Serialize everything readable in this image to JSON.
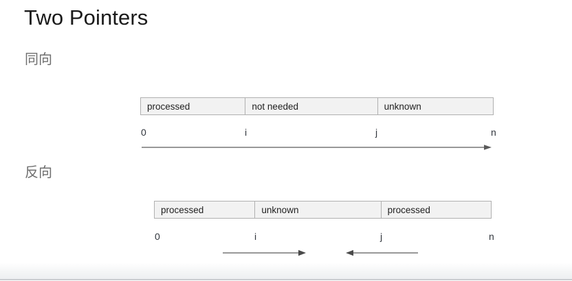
{
  "slide": {
    "title": "Two Pointers",
    "background_color": "#ffffff",
    "title_color": "#1a1a1a",
    "heading_color": "#6e6e6e",
    "bar_fill_color": "#f2f2f2",
    "bar_border_color": "#b0b0b0",
    "arrow_color": "#5a5a5a"
  },
  "sections": [
    {
      "heading": "同向",
      "heading_meaning": "same direction",
      "bar": {
        "segments": [
          {
            "label": "processed"
          },
          {
            "label": "not needed"
          },
          {
            "label": "unknown"
          }
        ]
      },
      "ticks": [
        {
          "label": "0"
        },
        {
          "label": "i"
        },
        {
          "label": "j"
        },
        {
          "label": "n"
        }
      ],
      "arrows": [
        {
          "direction": "right",
          "name": "forward-sweep-arrow"
        }
      ]
    },
    {
      "heading": "反向",
      "heading_meaning": "opposite direction",
      "bar": {
        "segments": [
          {
            "label": "processed"
          },
          {
            "label": "unknown"
          },
          {
            "label": "processed"
          }
        ]
      },
      "ticks": [
        {
          "label": "0"
        },
        {
          "label": "i"
        },
        {
          "label": "j"
        },
        {
          "label": "n"
        }
      ],
      "arrows": [
        {
          "direction": "right",
          "name": "left-pointer-arrow"
        },
        {
          "direction": "left",
          "name": "right-pointer-arrow"
        }
      ]
    }
  ]
}
